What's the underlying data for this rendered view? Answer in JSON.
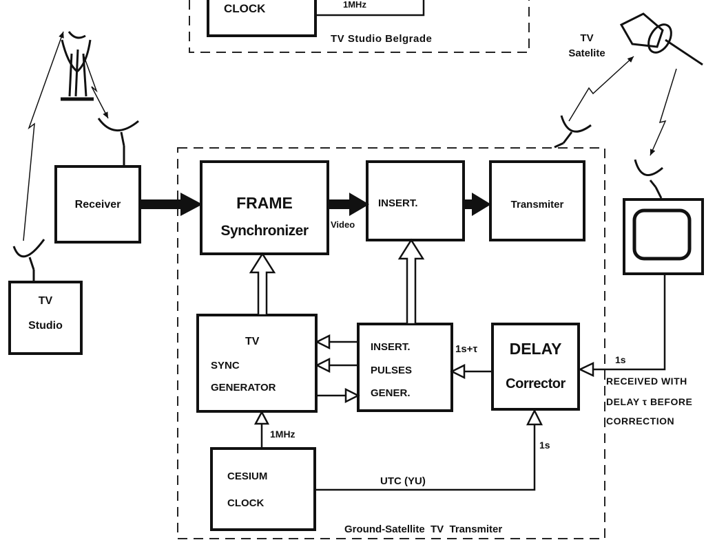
{
  "belgrade": {
    "clock_label": "CLOCK",
    "freq_label": "1MHz",
    "caption": "TV Studio Belgrade"
  },
  "tv_studio": {
    "line1": "TV",
    "line2": "Studio"
  },
  "receiver": {
    "label": "Receiver"
  },
  "frame_sync": {
    "line1": "FRAME",
    "line2": "Synchronizer"
  },
  "video_label": "Video",
  "insert": {
    "label": "INSERT."
  },
  "transmitter": {
    "label": "Transmiter"
  },
  "satellite": {
    "line1": "TV",
    "line2": "Satelite"
  },
  "sync_gen": {
    "line1": "TV",
    "line2": "SYNC",
    "line3": "GENERATOR"
  },
  "insert_pulses": {
    "line1": "INSERT.",
    "line2": "PULSES",
    "line3": "GENER."
  },
  "delay_corrector": {
    "line1": "DELAY",
    "line2": "Corrector"
  },
  "delay_in_label": "1s+τ",
  "received": {
    "pulse_label": "1s",
    "line1": "RECEIVED WITH",
    "line2": "DELAY τ BEFORE",
    "line3": "CORRECTION"
  },
  "cesium_clock": {
    "line1": "CESIUM",
    "line2": "CLOCK",
    "freq_label": "1MHz"
  },
  "utc_label": "UTC (YU)",
  "corrector_pulse_label": "1s",
  "ground_station_caption": "Ground-Satellite  TV  Transmiter"
}
